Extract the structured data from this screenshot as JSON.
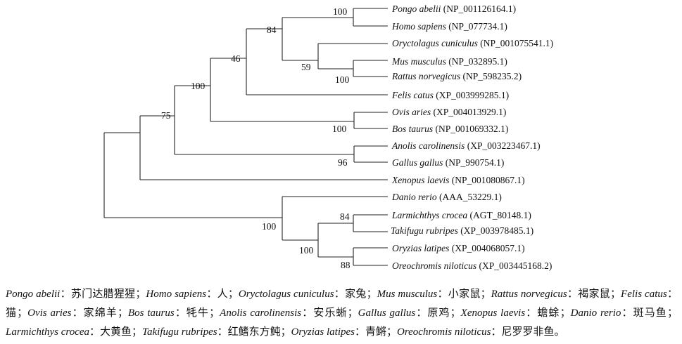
{
  "tree": {
    "taxa": [
      {
        "sci": "Pongo abelii",
        "acc": "NP_001126164.1"
      },
      {
        "sci": "Homo sapiens",
        "acc": "NP_077734.1"
      },
      {
        "sci": "Oryctolagus cuniculus",
        "acc": "NP_001075541.1"
      },
      {
        "sci": "Mus musculus",
        "acc": "NP_032895.1"
      },
      {
        "sci": "Rattus norvegicus",
        "acc": "NP_598235.2"
      },
      {
        "sci": "Felis catus",
        "acc": "XP_003999285.1"
      },
      {
        "sci": "Ovis aries",
        "acc": "XP_004013929.1"
      },
      {
        "sci": "Bos taurus",
        "acc": "NP_001069332.1"
      },
      {
        "sci": "Anolis carolinensis",
        "acc": "XP_003223467.1"
      },
      {
        "sci": "Gallus gallus",
        "acc": "NP_990754.1"
      },
      {
        "sci": "Xenopus laevis",
        "acc": "NP_001080867.1"
      },
      {
        "sci": "Danio rerio",
        "acc": "AAA_53229.1"
      },
      {
        "sci": "Larmichthys crocea",
        "acc": "AGT_80148.1"
      },
      {
        "sci": "Takifugu rubripes",
        "acc": "XP_003978485.1"
      },
      {
        "sci": "Oryzias latipes",
        "acc": "XP_004068057.1"
      },
      {
        "sci": "Oreochromis niloticus",
        "acc": "XP_003445168.2"
      }
    ],
    "topology": "(((((((Pongo abelii,Homo sapiens)100,(Oryctolagus cuniculus,(Mus musculus,Rattus norvegicus)100)59)84,Felis catus)46,(Ovis aries,Bos taurus)100)100,(Anolis carolinensis,Gallus gallus)96)75,Xenopus laevis),(Danio rerio,((Larmichthys crocea,Takifugu rubripes)84,(Oryzias latipes,Oreochromis niloticus)88)100)100)",
    "bootstrap": [
      "100",
      "84",
      "59",
      "100",
      "46",
      "100",
      "100",
      "75",
      "96",
      "84",
      "100",
      "100",
      "88"
    ]
  },
  "caption": [
    {
      "sci": "Pongo abelii",
      "cn": "苏门达腊猩猩"
    },
    {
      "sci": "Homo sapiens",
      "cn": "人"
    },
    {
      "sci": "Oryctolagus cuniculus",
      "cn": "家兔"
    },
    {
      "sci": "Mus musculus",
      "cn": "小家鼠"
    },
    {
      "sci": "Rattus norvegicus",
      "cn": "褐家鼠"
    },
    {
      "sci": "Felis catus",
      "cn": "猫"
    },
    {
      "sci": "Ovis aries",
      "cn": "家绵羊"
    },
    {
      "sci": "Bos taurus",
      "cn": "牦牛"
    },
    {
      "sci": "Anolis carolinensis",
      "cn": "安乐蜥"
    },
    {
      "sci": "Gallus gallus",
      "cn": "原鸡"
    },
    {
      "sci": "Xenopus laevis",
      "cn": "蟾蜍"
    },
    {
      "sci": "Danio rerio",
      "cn": "斑马鱼"
    },
    {
      "sci": "Larmichthys crocea",
      "cn": "大黄鱼"
    },
    {
      "sci": "Takifugu rubripes",
      "cn": "红鳍东方鲀"
    },
    {
      "sci": "Oryzias latipes",
      "cn": "青鳉"
    },
    {
      "sci": "Oreochromis niloticus",
      "cn": "尼罗罗非鱼"
    }
  ],
  "caption_end": "。"
}
